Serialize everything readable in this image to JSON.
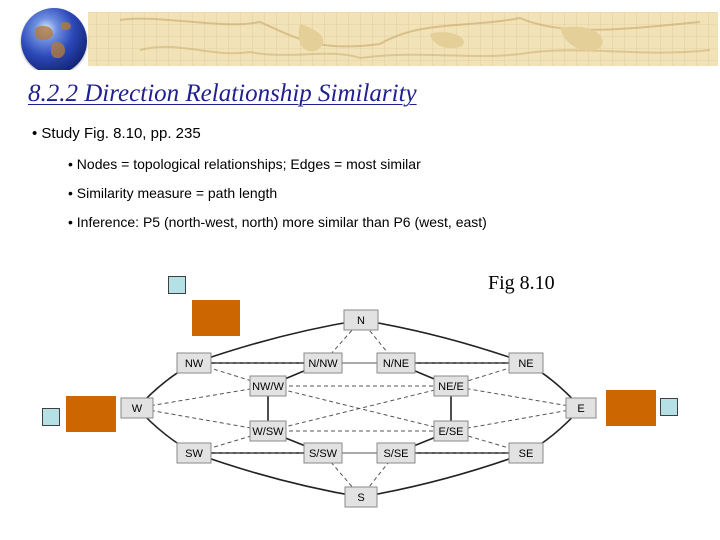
{
  "slide": {
    "title": "8.2.2 Direction Relationship Similarity",
    "bullet": "• Study Fig. 8.10, pp. 235",
    "subbullets": [
      "• Nodes = topological relationships;  Edges = most similar",
      "• Similarity measure = path length",
      "• Inference: P5 (north-west, north) more similar than P6 (west, east)"
    ],
    "caption": "Fig 8.10"
  },
  "colors": {
    "title": "#1f1f8f",
    "node_fill": "#e2e2e2",
    "square_blue": "#b4e0e6",
    "square_orange": "#cc6600",
    "banner": "#f1e2b8"
  },
  "icons": [
    "globe-icon"
  ],
  "diagram": {
    "nodes": [
      {
        "id": "N",
        "label": "N"
      },
      {
        "id": "NW",
        "label": "NW"
      },
      {
        "id": "NNW",
        "label": "N/NW"
      },
      {
        "id": "NNE",
        "label": "N/NE"
      },
      {
        "id": "NE",
        "label": "NE"
      },
      {
        "id": "NWW",
        "label": "NW/W"
      },
      {
        "id": "NEE",
        "label": "NE/E"
      },
      {
        "id": "W",
        "label": "W"
      },
      {
        "id": "E",
        "label": "E"
      },
      {
        "id": "WSW",
        "label": "W/SW"
      },
      {
        "id": "ESE",
        "label": "E/SE"
      },
      {
        "id": "SW",
        "label": "SW"
      },
      {
        "id": "SSW",
        "label": "S/SW"
      },
      {
        "id": "SSE",
        "label": "S/SE"
      },
      {
        "id": "SE",
        "label": "SE"
      },
      {
        "id": "S",
        "label": "S"
      }
    ],
    "solid_edges": [
      [
        "W",
        "NW"
      ],
      [
        "W",
        "SW"
      ],
      [
        "NW",
        "N"
      ],
      [
        "N",
        "NE"
      ],
      [
        "NE",
        "E"
      ],
      [
        "SW",
        "S"
      ],
      [
        "S",
        "SE"
      ],
      [
        "SE",
        "E"
      ],
      [
        "NW",
        "NNW"
      ],
      [
        "NNE",
        "NE"
      ],
      [
        "SW",
        "SSW"
      ],
      [
        "SSE",
        "SE"
      ],
      [
        "NNW",
        "NWW"
      ],
      [
        "NWW",
        "WSW"
      ],
      [
        "WSW",
        "SSW"
      ],
      [
        "NNE",
        "NEE"
      ],
      [
        "NEE",
        "ESE"
      ],
      [
        "ESE",
        "SSE"
      ]
    ],
    "dashed_edges": [
      [
        "W",
        "NWW"
      ],
      [
        "W",
        "WSW"
      ],
      [
        "E",
        "NEE"
      ],
      [
        "E",
        "ESE"
      ],
      [
        "NNW",
        "NNE"
      ],
      [
        "SSW",
        "SSE"
      ],
      [
        "NW",
        "NWW"
      ],
      [
        "SW",
        "WSW"
      ],
      [
        "NE",
        "NEE"
      ],
      [
        "SE",
        "ESE"
      ],
      [
        "N",
        "NNW"
      ],
      [
        "N",
        "NNE"
      ],
      [
        "S",
        "SSW"
      ],
      [
        "S",
        "SSE"
      ],
      [
        "NW",
        "NNE"
      ],
      [
        "NNW",
        "NE"
      ],
      [
        "SW",
        "SSE"
      ],
      [
        "SSW",
        "SE"
      ],
      [
        "NWW",
        "NEE"
      ],
      [
        "WSW",
        "ESE"
      ],
      [
        "NWW",
        "ESE"
      ],
      [
        "WSW",
        "NEE"
      ]
    ]
  }
}
